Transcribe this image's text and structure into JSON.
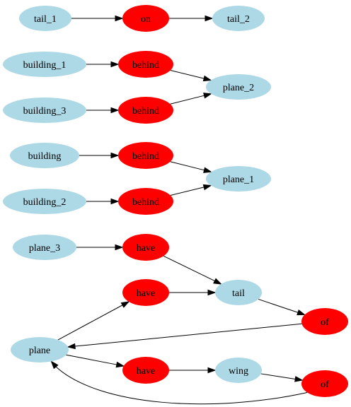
{
  "colors": {
    "object_fill": "#add8e6",
    "relation_fill": "#ff0000",
    "edge": "#000000"
  },
  "nodes": [
    {
      "id": "tail_1",
      "label": "tail_1",
      "kind": "object"
    },
    {
      "id": "on",
      "label": "on",
      "kind": "relation"
    },
    {
      "id": "tail_2",
      "label": "tail_2",
      "kind": "object"
    },
    {
      "id": "building_1",
      "label": "building_1",
      "kind": "object"
    },
    {
      "id": "behind_a",
      "label": "behind",
      "kind": "relation"
    },
    {
      "id": "plane_2",
      "label": "plane_2",
      "kind": "object"
    },
    {
      "id": "building_3",
      "label": "building_3",
      "kind": "object"
    },
    {
      "id": "behind_b",
      "label": "behind",
      "kind": "relation"
    },
    {
      "id": "building",
      "label": "building",
      "kind": "object"
    },
    {
      "id": "behind_c",
      "label": "behind",
      "kind": "relation"
    },
    {
      "id": "plane_1",
      "label": "plane_1",
      "kind": "object"
    },
    {
      "id": "building_2",
      "label": "building_2",
      "kind": "object"
    },
    {
      "id": "behind_d",
      "label": "behind",
      "kind": "relation"
    },
    {
      "id": "plane_3",
      "label": "plane_3",
      "kind": "object"
    },
    {
      "id": "have_a",
      "label": "have",
      "kind": "relation"
    },
    {
      "id": "have_b",
      "label": "have",
      "kind": "relation"
    },
    {
      "id": "tail",
      "label": "tail",
      "kind": "object"
    },
    {
      "id": "of_a",
      "label": "of",
      "kind": "relation"
    },
    {
      "id": "plane",
      "label": "plane",
      "kind": "object"
    },
    {
      "id": "have_c",
      "label": "have",
      "kind": "relation"
    },
    {
      "id": "wing",
      "label": "wing",
      "kind": "object"
    },
    {
      "id": "of_b",
      "label": "of",
      "kind": "relation"
    }
  ],
  "edges": [
    {
      "from": "tail_1",
      "to": "on"
    },
    {
      "from": "on",
      "to": "tail_2"
    },
    {
      "from": "building_1",
      "to": "behind_a"
    },
    {
      "from": "behind_a",
      "to": "plane_2"
    },
    {
      "from": "building_3",
      "to": "behind_b"
    },
    {
      "from": "behind_b",
      "to": "plane_2"
    },
    {
      "from": "building",
      "to": "behind_c"
    },
    {
      "from": "behind_c",
      "to": "plane_1"
    },
    {
      "from": "building_2",
      "to": "behind_d"
    },
    {
      "from": "behind_d",
      "to": "plane_1"
    },
    {
      "from": "plane_3",
      "to": "have_a"
    },
    {
      "from": "have_a",
      "to": "tail"
    },
    {
      "from": "have_b",
      "to": "tail"
    },
    {
      "from": "tail",
      "to": "of_a"
    },
    {
      "from": "of_a",
      "to": "plane"
    },
    {
      "from": "plane",
      "to": "have_b"
    },
    {
      "from": "plane",
      "to": "have_c"
    },
    {
      "from": "have_c",
      "to": "wing"
    },
    {
      "from": "wing",
      "to": "of_b"
    },
    {
      "from": "of_b",
      "to": "plane"
    }
  ]
}
